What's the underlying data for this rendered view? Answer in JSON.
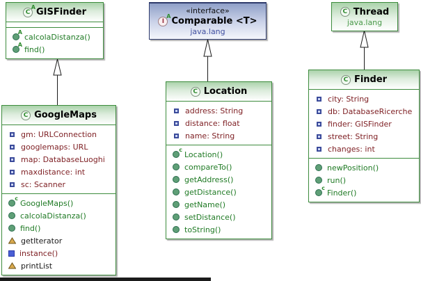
{
  "palette": {
    "green_border": "#3c8b3c",
    "navy_border": "#2e3a6b",
    "green_header_top": "#abd3ab",
    "blue_header_top": "#8f9fc7",
    "field_text": "#7f2125",
    "method_text": "#1f7a24",
    "plain_text": "#1a1a1a",
    "package_blue": "#4150a0",
    "package_green": "#4c9a4c"
  },
  "classes": {
    "gisfinder": {
      "title": "GISFinder",
      "icon": "abstract-class-icon",
      "fields": [],
      "methods": [
        {
          "icon": "method-abstract",
          "label": "calcolaDistanza()",
          "color": "#1f7a24"
        },
        {
          "icon": "method-abstract",
          "label": "find()",
          "color": "#1f7a24"
        }
      ]
    },
    "comparable": {
      "stereotype": "«interface»",
      "title": "Comparable <T>",
      "icon": "interface-icon",
      "package": "java.lang"
    },
    "thread": {
      "title": "Thread",
      "icon": "class-icon",
      "package": "java.lang"
    },
    "googlemaps": {
      "title": "GoogleMaps",
      "icon": "class-icon",
      "fields": [
        {
          "icon": "field",
          "label": "gm: URLConnection",
          "color": "#7f2125"
        },
        {
          "icon": "field",
          "label": "googlemaps: URL",
          "color": "#7f2125"
        },
        {
          "icon": "field",
          "label": "map: DatabaseLuoghi",
          "color": "#7f2125"
        },
        {
          "icon": "field",
          "label": "maxdistance: int",
          "color": "#7f2125"
        },
        {
          "icon": "field",
          "label": "sc: Scanner",
          "color": "#7f2125"
        }
      ],
      "methods": [
        {
          "icon": "constructor",
          "label": "GoogleMaps()",
          "color": "#1f7a24"
        },
        {
          "icon": "method",
          "label": "calcolaDistanza()",
          "color": "#1f7a24"
        },
        {
          "icon": "method",
          "label": "find()",
          "color": "#1f7a24"
        },
        {
          "icon": "triangle",
          "label": "getIterator",
          "color": "#1a1a1a"
        },
        {
          "icon": "blue-square",
          "label": "instance()",
          "color": "#7f2125"
        },
        {
          "icon": "triangle",
          "label": "printList",
          "color": "#1a1a1a"
        }
      ]
    },
    "location": {
      "title": "Location",
      "icon": "class-icon",
      "fields": [
        {
          "icon": "field",
          "label": "address: String",
          "color": "#7f2125"
        },
        {
          "icon": "field",
          "label": "distance: float",
          "color": "#7f2125"
        },
        {
          "icon": "field",
          "label": "name: String",
          "color": "#7f2125"
        }
      ],
      "methods": [
        {
          "icon": "constructor",
          "label": "Location()",
          "color": "#1f7a24"
        },
        {
          "icon": "method",
          "label": "compareTo()",
          "color": "#1f7a24"
        },
        {
          "icon": "method",
          "label": "getAddress()",
          "color": "#1f7a24"
        },
        {
          "icon": "method",
          "label": "getDistance()",
          "color": "#1f7a24"
        },
        {
          "icon": "method",
          "label": "getName()",
          "color": "#1f7a24"
        },
        {
          "icon": "method",
          "label": "setDistance()",
          "color": "#1f7a24"
        },
        {
          "icon": "method",
          "label": "toString()",
          "color": "#1f7a24"
        }
      ]
    },
    "finder": {
      "title": "Finder",
      "icon": "class-icon",
      "fields": [
        {
          "icon": "field",
          "label": "city: String",
          "color": "#7f2125"
        },
        {
          "icon": "field",
          "label": "db: DatabaseRicerche",
          "color": "#7f2125"
        },
        {
          "icon": "field",
          "label": "finder: GISFinder",
          "color": "#7f2125"
        },
        {
          "icon": "field",
          "label": "street: String",
          "color": "#7f2125"
        },
        {
          "icon": "field",
          "label": "changes: int",
          "color": "#7f2125"
        }
      ],
      "methods": [
        {
          "icon": "method",
          "label": "newPosition()",
          "color": "#1f7a24"
        },
        {
          "icon": "method",
          "label": "run()",
          "color": "#1f7a24"
        },
        {
          "icon": "constructor",
          "label": "Finder()",
          "color": "#1f7a24"
        }
      ]
    }
  },
  "relations": [
    {
      "from": "GoogleMaps",
      "to": "GISFinder",
      "type": "generalization"
    },
    {
      "from": "Location",
      "to": "Comparable",
      "type": "generalization"
    },
    {
      "from": "Finder",
      "to": "Thread",
      "type": "generalization"
    }
  ]
}
